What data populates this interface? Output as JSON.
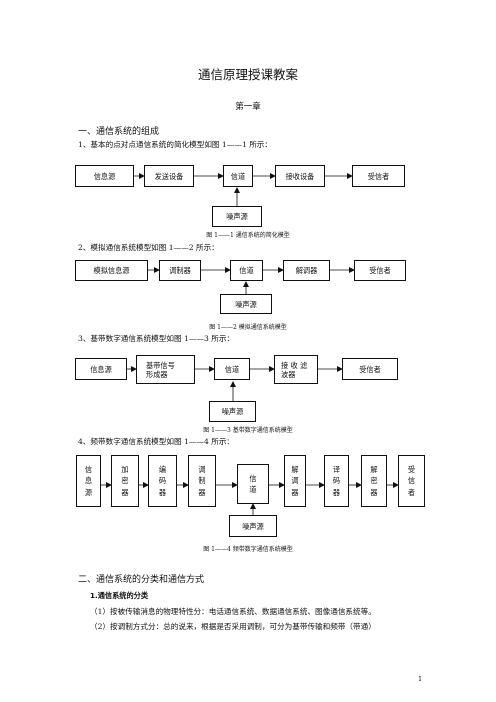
{
  "title": "通信原理授课教案",
  "chapter": "第一章",
  "section1": {
    "heading": "一、通信系统的组成",
    "item1": "1、基本的点对点通信系统的简化模型如图 1——1 所示：",
    "item2": "2、模拟通信系统模型如图 1——2 所示：",
    "item3": "3、基带数字通信系统模型如图 1——3 所示：",
    "item4": "4、频带数字通信系统模型如图 1——4 所示："
  },
  "fig1": {
    "boxes": [
      "信息源",
      "发送设备",
      "信道",
      "接收设备",
      "受信者"
    ],
    "noise": "噪声源",
    "caption": "图 1——1 通信系统的简化模型"
  },
  "fig2": {
    "boxes": [
      "模拟信息源",
      "调制器",
      "信道",
      "解调器",
      "受信者"
    ],
    "noise": "噪声源",
    "caption": "图 1——2 模拟通信系统模型"
  },
  "fig3": {
    "boxes": [
      "信息源",
      "基带信号\n形成器",
      "信道",
      "接 收 滤\n波器",
      "受信者"
    ],
    "noise": "噪声源",
    "caption": "图 1——3 基带数字通信系统模型"
  },
  "fig4": {
    "boxes": [
      "信\n息\n源",
      "加\n密\n器",
      "编\n码\n器",
      "调\n制\n器",
      "信\n道",
      "解\n调\n器",
      "译\n码\n器",
      "解\n密\n器",
      "受\n信\n者"
    ],
    "noise": "噪声源",
    "caption": "图 1——4 频带数字通信系统模型"
  },
  "section2": {
    "heading": "二、通信系统的分类和通信方式",
    "sub1": "1.通信系统的分类",
    "para1": "（1）按被传输消息的物理特性分：电话通信系统、数据通信系统、图像通信系统等。",
    "para2": "（2）按调制方式分：总的说来，根据是否采用调制，可分为基带传输和频带（带通）"
  },
  "page_number": "1"
}
